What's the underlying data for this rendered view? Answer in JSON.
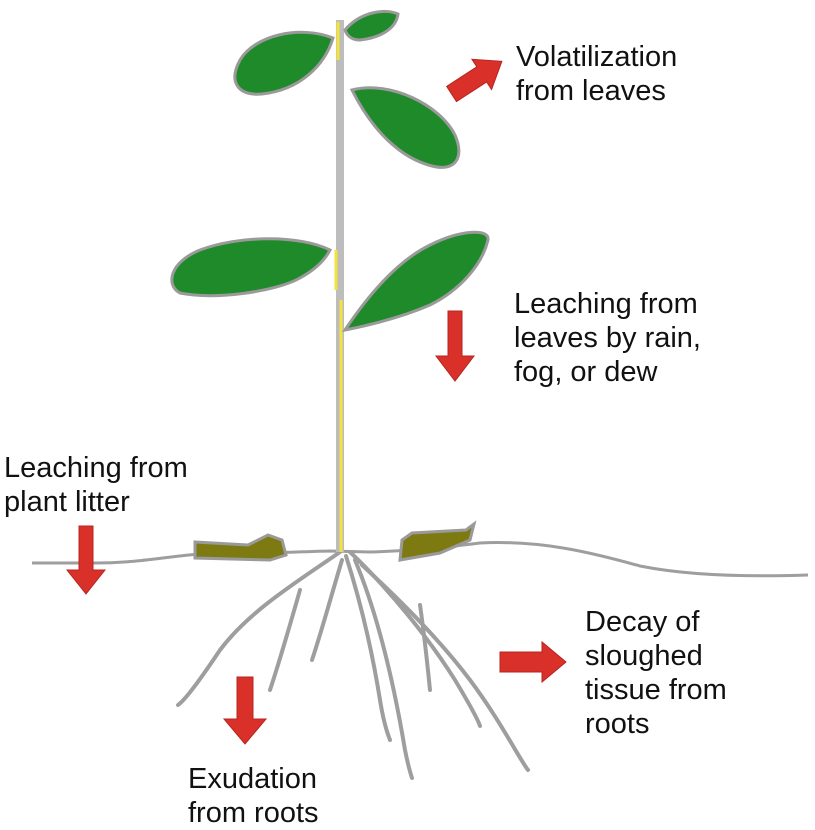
{
  "colors": {
    "leaf_fill": "#1f8a2a",
    "leaf_outline": "#9a9a9a",
    "litter_fill": "#7d7a12",
    "stem": "#bdbdbd",
    "stem_highlight": "#f2e43a",
    "root": "#9e9e9e",
    "arrow": "#d9302a"
  },
  "labels": {
    "volatilization": [
      "Volatilization",
      "from leaves"
    ],
    "leaching_leaves": [
      "Leaching from",
      "leaves by rain,",
      "fog, or dew"
    ],
    "leaching_litter": [
      "Leaching from",
      "plant litter"
    ],
    "decay": [
      "Decay of",
      "sloughed",
      "tissue from",
      "roots"
    ],
    "exudation": [
      "Exudation",
      "from roots"
    ]
  },
  "arrows": [
    {
      "name": "volatilization-arrow",
      "direction": "up-right"
    },
    {
      "name": "leaching-leaves-arrow",
      "direction": "down"
    },
    {
      "name": "leaching-litter-arrow",
      "direction": "down"
    },
    {
      "name": "decay-arrow",
      "direction": "right"
    },
    {
      "name": "exudation-arrow",
      "direction": "down"
    }
  ]
}
